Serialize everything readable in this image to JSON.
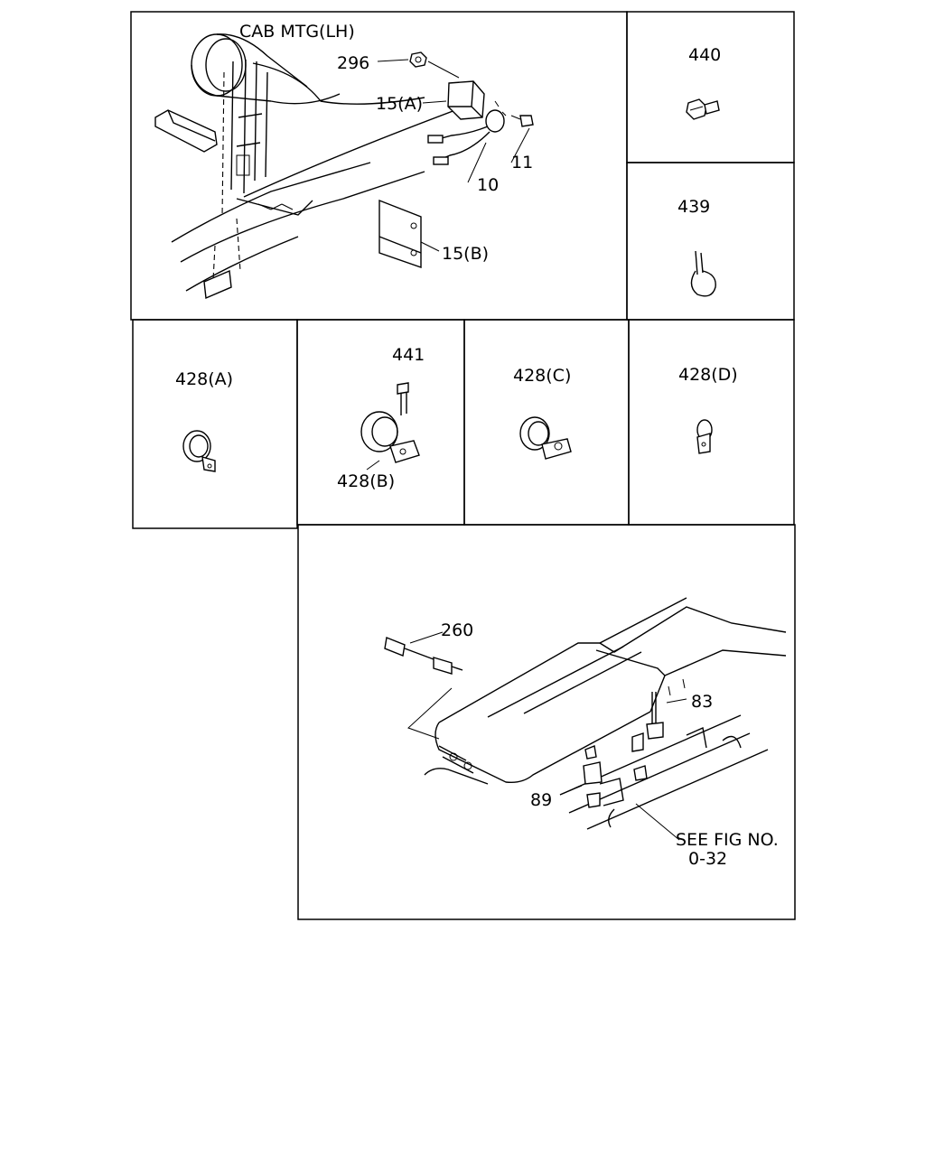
{
  "labels": {
    "cab_mtg": "CAB MTG(LH)",
    "p296": "296",
    "p15a": "15(A)",
    "p15b": "15(B)",
    "p10": "10",
    "p11": "11",
    "p440": "440",
    "p439": "439",
    "p428a": "428(A)",
    "p441": "441",
    "p428b": "428(B)",
    "p428c": "428(C)",
    "p428d": "428(D)",
    "p260": "260",
    "p83": "83",
    "p89": "89",
    "see_fig_1": "SEE FIG NO.",
    "see_fig_2": "0-32"
  }
}
